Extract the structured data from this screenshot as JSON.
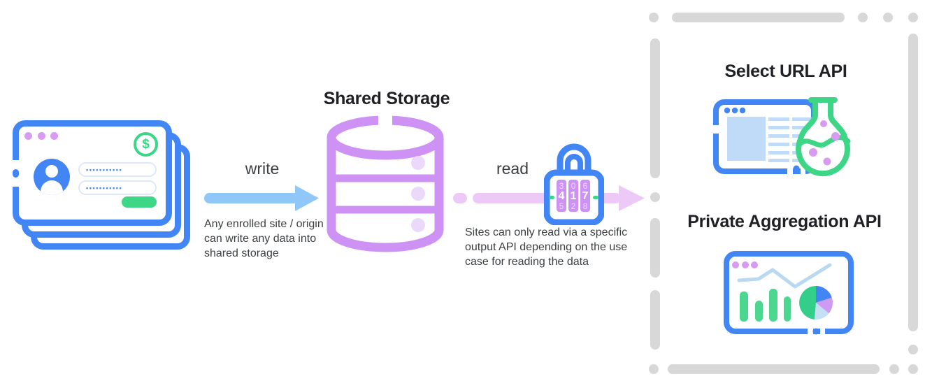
{
  "diagram": {
    "write_flow": {
      "label": "write",
      "description": "Any enrolled site / origin can write any data into shared storage"
    },
    "storage": {
      "title": "Shared Storage"
    },
    "read_flow": {
      "label": "read",
      "description": "Sites can only read via a specific output API depending on the use case for reading the data"
    },
    "lock": {
      "code": "417",
      "dials": [
        {
          "above": "3",
          "value": "4",
          "below": "5"
        },
        {
          "above": "0",
          "value": "1",
          "below": "2"
        },
        {
          "above": "6",
          "value": "7",
          "below": "8"
        }
      ]
    },
    "login_card": {
      "currency_symbol": "$",
      "password_mask": "•••••••••••"
    },
    "output_apis": {
      "select_url": {
        "title": "Select URL API"
      },
      "private_aggregation": {
        "title": "Private Aggregation API"
      }
    },
    "palette": {
      "blue": "#4285F4",
      "light_blue_arrow": "#8FC8F8",
      "pale_blue": "#BFDBF7",
      "pink_arrow": "#EDC9F8",
      "purple": "#CD92F4",
      "pale_purple": "#ECD9FA",
      "green": "#3DD687",
      "gray_dash": "#D8D8D8",
      "title_text": "#202124",
      "body_text": "#3C4043"
    }
  }
}
